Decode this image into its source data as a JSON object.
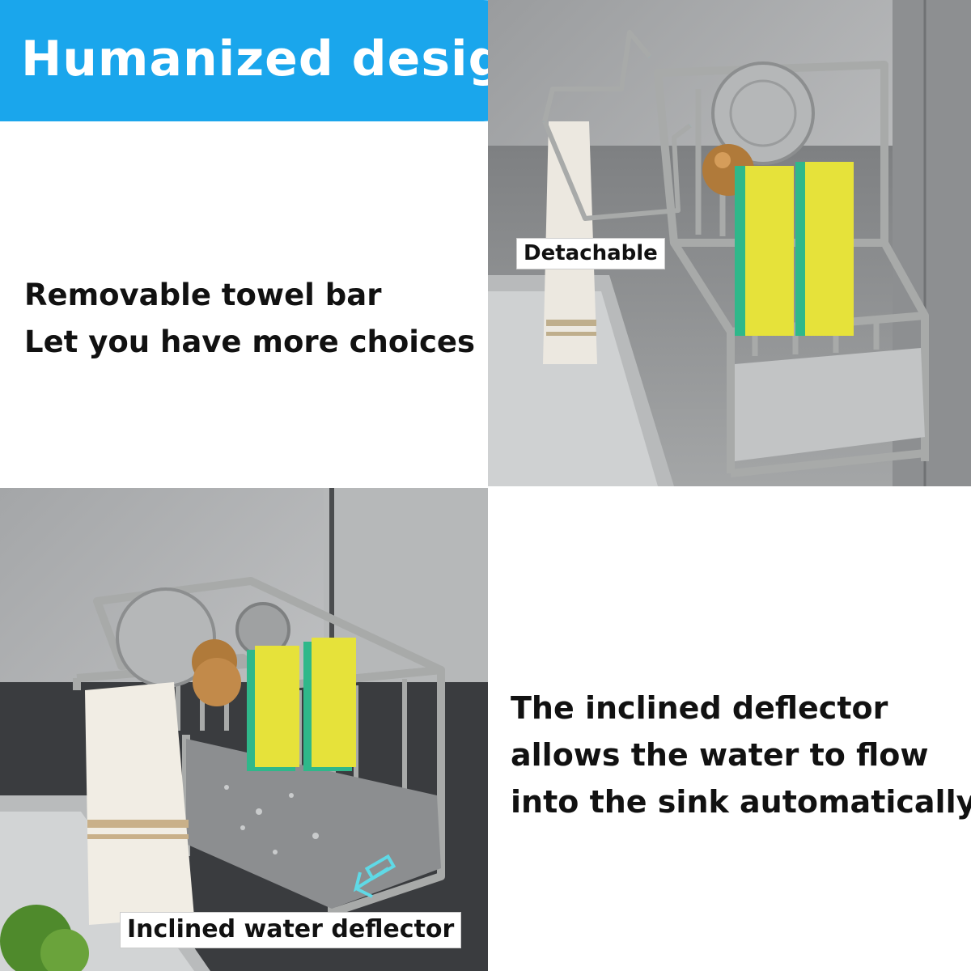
{
  "header": {
    "title": "Humanized design",
    "background_color": "#1aa6ec",
    "text_color": "#ffffff"
  },
  "feature_towel_bar": {
    "lines": [
      "Removable towel bar",
      "Let you have more choices"
    ],
    "photo_label": "Detachable"
  },
  "feature_deflector": {
    "lines": [
      "The inclined deflector",
      "allows the water to flow",
      "into the sink automatically."
    ],
    "photo_label": "Inclined water deflector"
  },
  "colors": {
    "rack_gray": "#a8aaa9",
    "sponge_yellow": "#e6e23a",
    "sponge_green": "#2fb88a",
    "highlight_cyan": "#5fd9e6"
  }
}
